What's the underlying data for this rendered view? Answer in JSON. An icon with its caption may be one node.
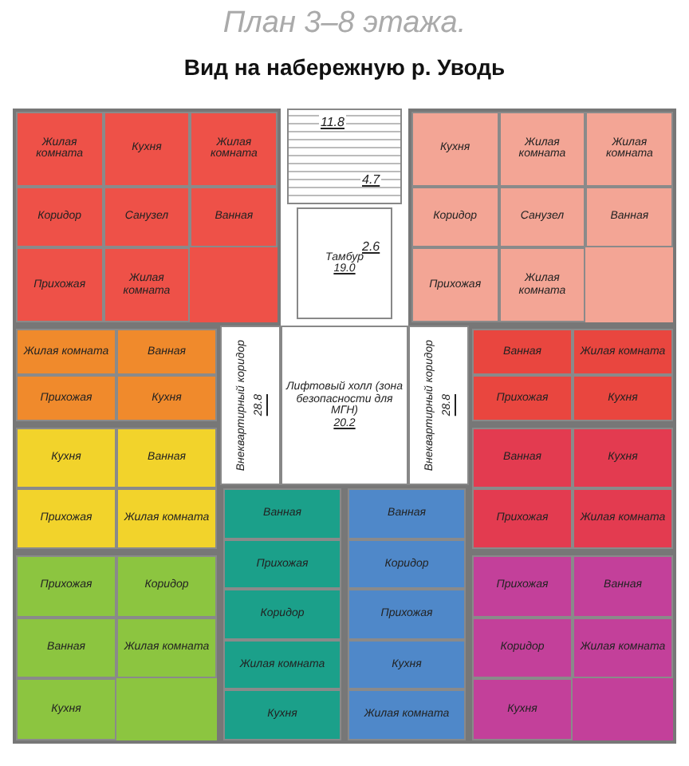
{
  "diagram": {
    "title": "План 3–8 этажа.",
    "nodes": [
      {
        "text": [],
        "shape": "box"
      },
      {
        "text": [
          "Жилая комната"
        ],
        "in": 0
      },
      {
        "text": [
          "Кухня"
        ],
        "in": 0
      },
      {
        "text": [
          "Жилая комната"
        ],
        "in": 0
      },
      {
        "text": [
          "Коридор"
        ],
        "in": 0
      },
      {
        "text": [
          "Санузел"
        ],
        "in": 0
      },
      {
        "text": [
          "Ванная"
        ],
        "in": 0
      },
      {
        "text": [
          "Прихожая"
        ],
        "in": 0
      },
      {
        "text": [
          "Жилая комната"
        ],
        "in": 0
      },
      {
        "text": [],
        "shape": "box"
      },
      {
        "text": [
          "Кухня"
        ],
        "in": 9
      },
      {
        "text": [
          "Жилая комната"
        ],
        "in": 9
      },
      {
        "text": [
          "Жилая комната"
        ],
        "in": 9
      },
      {
        "text": [
          "Коридор"
        ],
        "in": 9
      },
      {
        "text": [
          "Санузел"
        ],
        "in": 9
      },
      {
        "text": [
          "Ванная"
        ],
        "in": 9
      },
      {
        "text": [
          "Прихожая"
        ],
        "in": 9
      },
      {
        "text": [
          "Жилая комната"
        ],
        "in": 9
      },
      {
        "text": [
          "Тамбур",
          "19.0"
        ]
      },
      {
        "text": [],
        "shape": "box"
      },
      {
        "text": [
          "Жилая комната"
        ],
        "in": 19
      },
      {
        "text": [
          "Ванная"
        ],
        "in": 19
      },
      {
        "text": [
          "Прихожая"
        ],
        "in": 19
      },
      {
        "text": [
          "Кухня"
        ],
        "in": 19
      },
      {
        "text": [
          "Внеквартирный коридор",
          "28.8"
        ]
      },
      {
        "text": [
          "Лифтовый холл (зона безопасности для МГН)",
          "20.2"
        ]
      },
      {
        "text": [
          "Внеквартирный коридор",
          "28.8"
        ]
      },
      {
        "text": [],
        "shape": "box"
      },
      {
        "text": [
          "Ванная"
        ],
        "in": 27
      },
      {
        "text": [
          "Жилая комната"
        ],
        "in": 27
      },
      {
        "text": [
          "Прихожая"
        ],
        "in": 27
      },
      {
        "text": [
          "Кухня"
        ],
        "in": 27
      },
      {
        "text": [],
        "shape": "box"
      },
      {
        "text": [
          "Кухня"
        ],
        "in": 32
      },
      {
        "text": [
          "Ванная"
        ],
        "in": 32
      },
      {
        "text": [
          "Прихожая"
        ],
        "in": 32
      },
      {
        "text": [
          "Жилая комната"
        ],
        "in": 32
      },
      {
        "text": [],
        "shape": "box"
      },
      {
        "text": [
          "Ванная"
        ],
        "in": 37
      },
      {
        "text": [
          "Кухня"
        ],
        "in": 37
      },
      {
        "text": [
          "Прихожая"
        ],
        "in": 37
      },
      {
        "text": [
          "Жилая комната"
        ],
        "in": 37
      },
      {
        "text": [],
        "shape": "box"
      },
      {
        "text": [
          "Прихожая"
        ],
        "in": 42
      },
      {
        "text": [
          "Коридор"
        ],
        "in": 42
      },
      {
        "text": [
          "Ванная"
        ],
        "in": 42
      },
      {
        "text": [
          "Жилая комната"
        ],
        "in": 42
      },
      {
        "text": [
          "Кухня"
        ],
        "in": 42
      },
      {
        "text": [],
        "shape": "box"
      },
      {
        "text": [
          "Ванная"
        ],
        "in": 48
      },
      {
        "text": [
          "Прихожая"
        ],
        "in": 48
      },
      {
        "text": [
          "Коридор"
        ],
        "in": 48
      },
      {
        "text": [
          "Жилая комната"
        ],
        "in": 48
      },
      {
        "text": [
          "Кухня"
        ],
        "in": 48
      },
      {
        "text": [],
        "shape": "box"
      },
      {
        "text": [
          "Ванная"
        ],
        "in": 54
      },
      {
        "text": [
          "Коридор"
        ],
        "in": 54
      },
      {
        "text": [
          "Прихожая"
        ],
        "in": 54
      },
      {
        "text": [
          "Кухня"
        ],
        "in": 54
      },
      {
        "text": [
          "Жилая комната"
        ],
        "in": 54
      },
      {
        "text": [],
        "shape": "box"
      },
      {
        "text": [
          "Прихожая"
        ],
        "in": 60
      },
      {
        "text": [
          "Ванная"
        ],
        "in": 60
      },
      {
        "text": [
          "Коридор"
        ],
        "in": 60
      },
      {
        "text": [
          "Жилая комната"
        ],
        "in": 60
      },
      {
        "text": [
          "Кухня"
        ],
        "in": 60
      }
    ],
    "labels": [
      "Вид на набережную р. Уводь",
      "11.8",
      "4.7",
      "2.6"
    ]
  }
}
